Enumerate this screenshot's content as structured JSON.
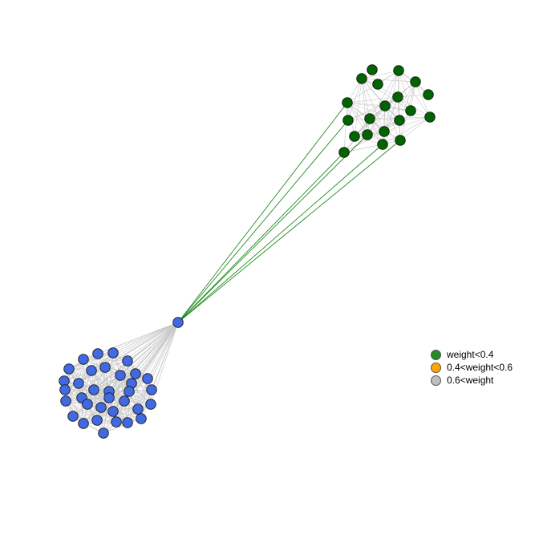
{
  "colors": {
    "background": "#ffffff",
    "cluster_a_fill": "#4169e1",
    "cluster_b_fill": "#006400",
    "node_stroke": "#1a1a1a",
    "edge_light": "#c8c8c8",
    "edge_bridge": "#228b22"
  },
  "legend": {
    "items": [
      {
        "label": "weight<0.4",
        "color": "#228b22"
      },
      {
        "label": "0.4<weight<0.6",
        "color": "#ffa500"
      },
      {
        "label": "0.6<weight",
        "color": "#bebebe"
      }
    ]
  }
}
